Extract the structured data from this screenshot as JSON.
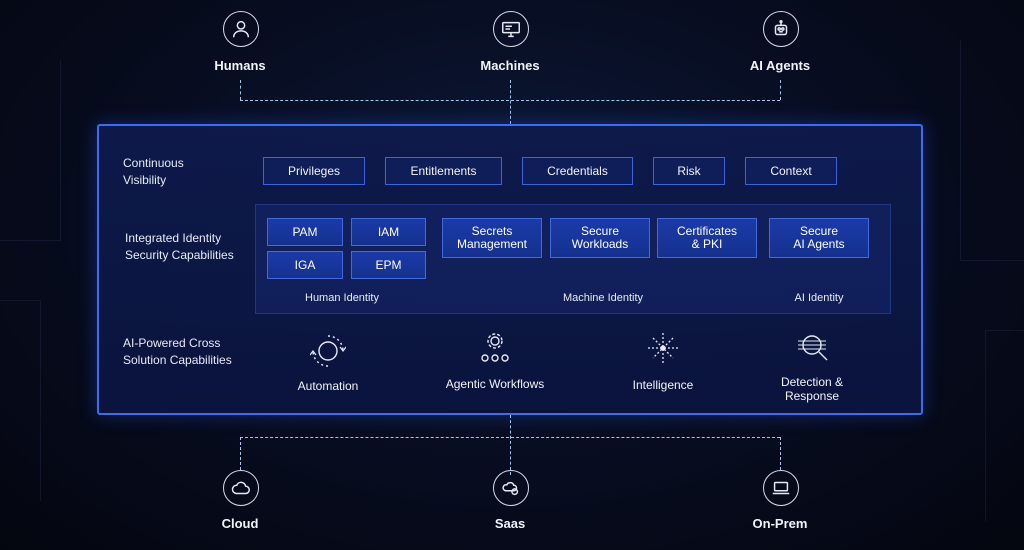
{
  "top_nodes": [
    {
      "label": "Humans",
      "icon": "user-icon"
    },
    {
      "label": "Machines",
      "icon": "monitor-icon"
    },
    {
      "label": "AI Agents",
      "icon": "robot-icon"
    }
  ],
  "rows": {
    "visibility": "Continuous\nVisibility",
    "integrated": "Integrated Identity\nSecurity Capabilities",
    "ai_powered": "AI-Powered Cross\nSolution Capabilities"
  },
  "visibility_items": [
    "Privileges",
    "Entitlements",
    "Credentials",
    "Risk",
    "Context"
  ],
  "human_identity": {
    "label": "Human Identity",
    "items": [
      "PAM",
      "IAM",
      "IGA",
      "EPM"
    ]
  },
  "machine_identity": {
    "label": "Machine Identity",
    "items": [
      "Secrets\nManagement",
      "Secure\nWorkloads",
      "Certificates\n& PKI"
    ]
  },
  "ai_identity": {
    "label": "AI Identity",
    "items": [
      "Secure\nAI Agents"
    ]
  },
  "ai_capabilities": [
    {
      "label": "Automation",
      "icon": "automation-icon"
    },
    {
      "label": "Agentic Workflows",
      "icon": "workflow-gear-icon"
    },
    {
      "label": "Intelligence",
      "icon": "intelligence-icon"
    },
    {
      "label": "Detection &\nResponse",
      "icon": "detection-search-icon"
    }
  ],
  "bottom_nodes": [
    {
      "label": "Cloud",
      "icon": "cloud-icon"
    },
    {
      "label": "Saas",
      "icon": "saas-icon"
    },
    {
      "label": "On-Prem",
      "icon": "laptop-icon"
    }
  ],
  "colors": {
    "accent": "#3b6cf2",
    "connector": "#9fc8ea",
    "capability_fill": "#1a3aa8"
  }
}
